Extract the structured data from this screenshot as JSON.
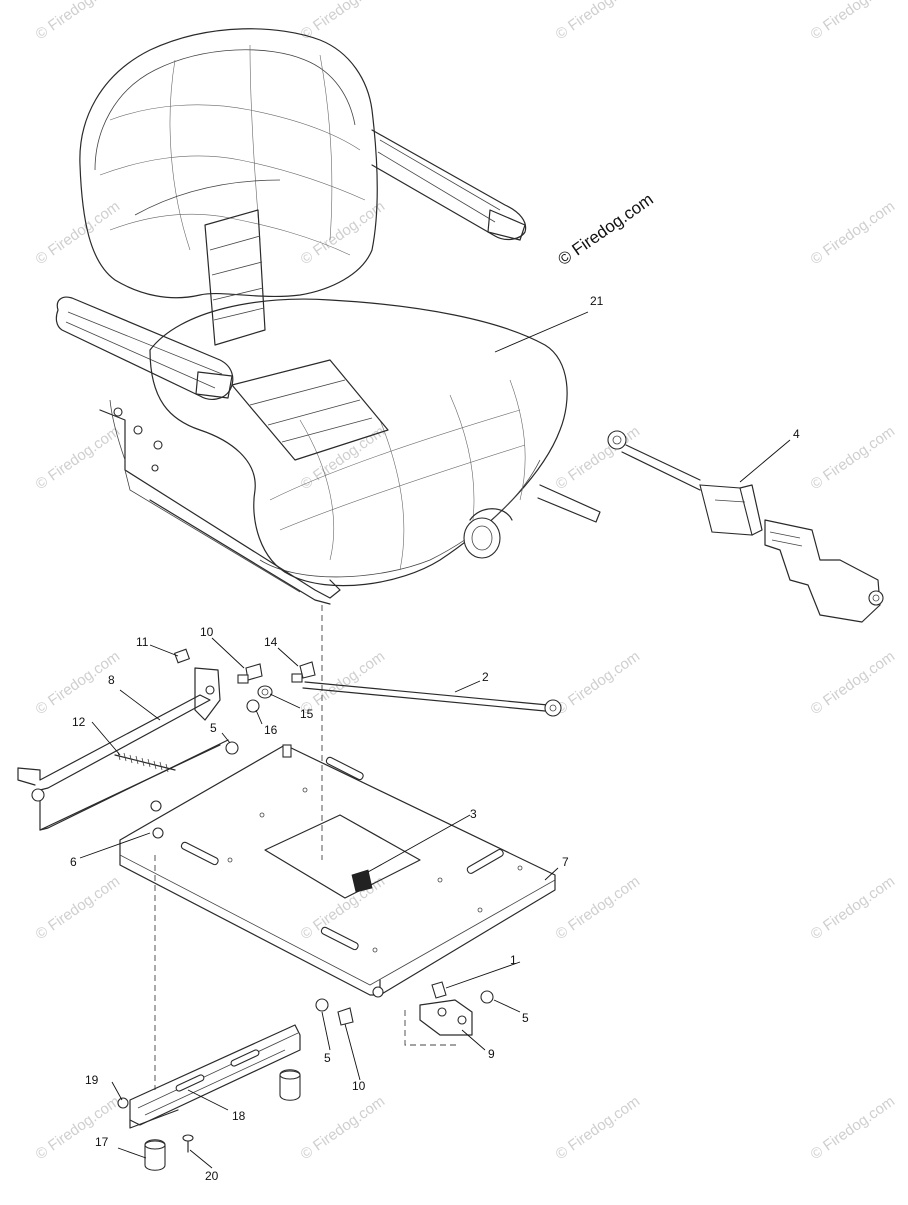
{
  "diagram": {
    "credit": "© Firedog.com",
    "watermark_text": "© Firedog.com",
    "callouts": {
      "c1": "1",
      "c2": "2",
      "c3": "3",
      "c4": "4",
      "c5a": "5",
      "c5b": "5",
      "c5c": "5",
      "c6": "6",
      "c7": "7",
      "c8": "8",
      "c9": "9",
      "c10a": "10",
      "c10b": "10",
      "c11": "11",
      "c12": "12",
      "c14": "14",
      "c15": "15",
      "c16": "16",
      "c17": "17",
      "c18": "18",
      "c19": "19",
      "c20": "20",
      "c21": "21"
    }
  }
}
